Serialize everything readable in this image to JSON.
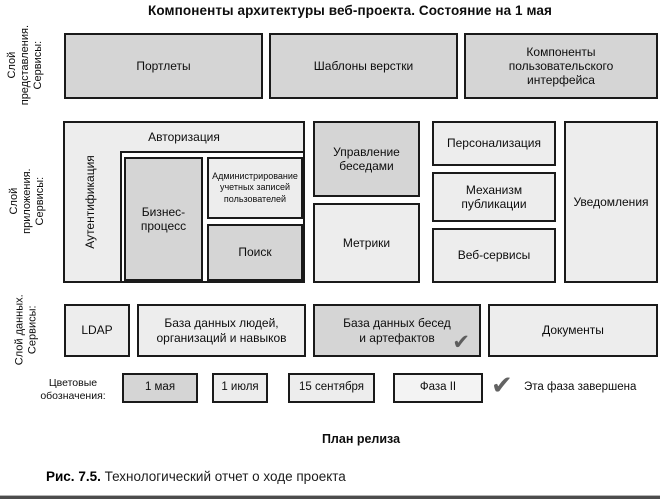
{
  "title": "Компоненты архитектуры веб-проекта. Состояние на 1 мая",
  "colors": {
    "phase_may1_fill": "#d5d5d5",
    "phase_later_fill": "#ededed",
    "phase_2_fill": "#f3f3f3",
    "box_border": "#1a1a1a",
    "check_mark": "#5d5d5d"
  },
  "icons": {
    "check": "✔"
  },
  "layers": {
    "presentation": {
      "label": "Слой\nпредставления.\nСервисы:",
      "boxes": {
        "portlets": "Портлеты",
        "templates": "Шаблоны верстки",
        "ui_components": "Компоненты\nпользовательского\nинтерфейса"
      }
    },
    "application": {
      "label": "Слой\nприложения.\nСервисы:",
      "boxes": {
        "authentication": "Аутентификация",
        "authorization": "Авторизация",
        "business_process": "Бизнес-\nпроцесс",
        "account_admin": "Администрирование\nучетных записей\nпользователей",
        "search": "Поиск",
        "conversation_mgmt": "Управление\nбеседами",
        "metrics": "Метрики",
        "personalization": "Персонализация",
        "publication": "Механизм\nпубликации",
        "web_services": "Веб-сервисы",
        "notifications": "Уведомления"
      }
    },
    "data": {
      "label": "Слой данных.\nСервисы:",
      "boxes": {
        "ldap": "LDAP",
        "people_db": "База данных людей,\nорганизаций и навыков",
        "conversation_db": {
          "label": "База данных бесед\nи артефактов",
          "checked": true
        },
        "documents": "Документы"
      }
    }
  },
  "legend": {
    "label": "Цветовые\nобозначения:",
    "items": [
      {
        "label": "1 мая",
        "color": "#d5d5d5"
      },
      {
        "label": "1 июля",
        "color": "#ededed"
      },
      {
        "label": "15 сентября",
        "color": "#ededed"
      },
      {
        "label": "Фаза II",
        "color": "#f3f3f3"
      }
    ],
    "check_note": "Эта фаза завершена"
  },
  "release_plan_label": "План релиза",
  "caption": {
    "fig": "Рис. 7.5.",
    "text": " Технологический отчет о ходе проекта"
  }
}
